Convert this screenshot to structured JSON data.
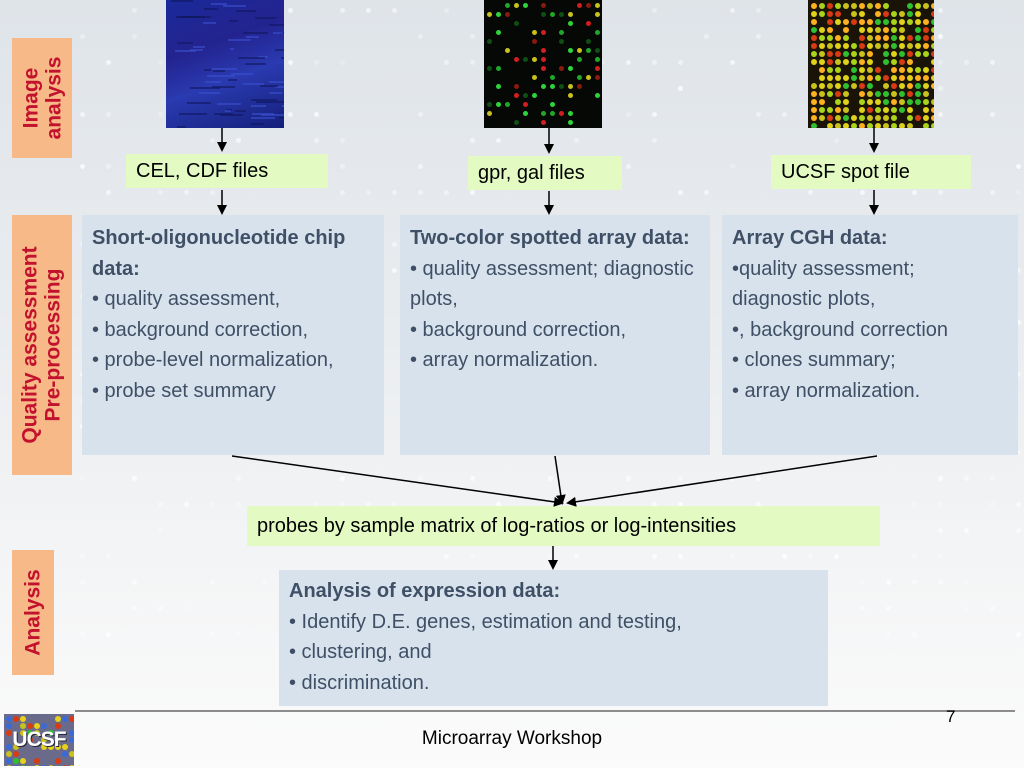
{
  "side_labels": {
    "image_analysis": "Image\nanalysis",
    "quality_preprocessing": "Quality assessment\nPre-processing",
    "analysis": "Analysis"
  },
  "file_labels": {
    "cel_cdf": "CEL, CDF files",
    "gpr_gal": "gpr, gal files",
    "ucsf_spot": "UCSF spot file"
  },
  "boxes": {
    "oligo": {
      "heading": "Short-oligonucleotide chip data:",
      "items": [
        "• quality assessment,",
        "• background correction,",
        "• probe-level normalization,",
        "• probe set summary"
      ]
    },
    "two_color": {
      "heading": "Two-color spotted array data:",
      "items": [
        "• quality assessment; diagnostic plots,",
        "• background correction,",
        "• array normalization."
      ]
    },
    "cgh": {
      "heading": "Array CGH data:",
      "items": [
        "•quality assessment; diagnostic plots,",
        "•, background correction",
        "• clones summary;",
        "• array normalization."
      ]
    }
  },
  "matrix_label": "probes by sample matrix of log-ratios or log-intensities",
  "analysis_box": {
    "heading": "Analysis of expression data:",
    "items": [
      "• Identify D.E. genes, estimation and testing,",
      "• clustering, and",
      "• discrimination."
    ]
  },
  "footer": {
    "title": "Microarray Workshop",
    "page_number": "7",
    "logo_text": "UCSF"
  },
  "colors": {
    "side_fill": "#f7b987",
    "side_text": "#c2122e",
    "label_fill": "#e3fbc3",
    "box_fill": "#d8e2ec",
    "box_text": "#3f5066"
  }
}
